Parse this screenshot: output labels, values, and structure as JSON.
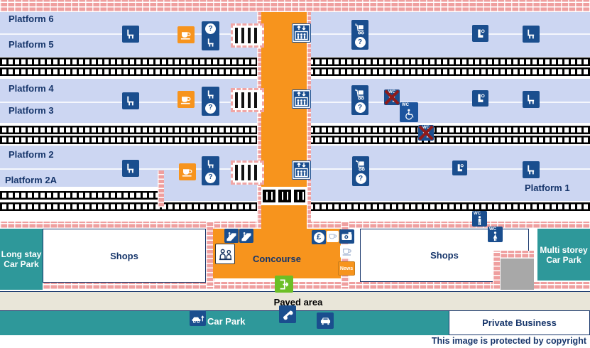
{
  "platforms": [
    "Platform 6",
    "Platform 5",
    "Platform 4",
    "Platform 3",
    "Platform 2",
    "Platform 2A",
    "Platform 1"
  ],
  "areas": {
    "long_stay": "Long stay\nCar Park",
    "shops_left": "Shops",
    "shops_right": "Shops",
    "concourse": "Concourse",
    "multi_storey": "Multi storey\nCar Park",
    "paved_area": "Paved area",
    "car_park": "Car Park",
    "private_business": "Private Business"
  },
  "notices": {
    "copyright": "This image is protected by copyright"
  },
  "glyphs": {
    "question": "?",
    "wc": "WC",
    "news": "News",
    "pound": "£"
  },
  "colors": {
    "platform_lavender": "#ccd6f2",
    "icon_blue": "#1a4e8e",
    "bridge_orange": "#f7941d",
    "teal": "#2e989a",
    "brick_pink": "#ef9f9f",
    "paved_beige": "#e9e6d9",
    "navy_text": "#17366b",
    "exit_green": "#6cbf26",
    "closed_red": "#8e1b1b",
    "gray_block": "#a8a8a8"
  }
}
